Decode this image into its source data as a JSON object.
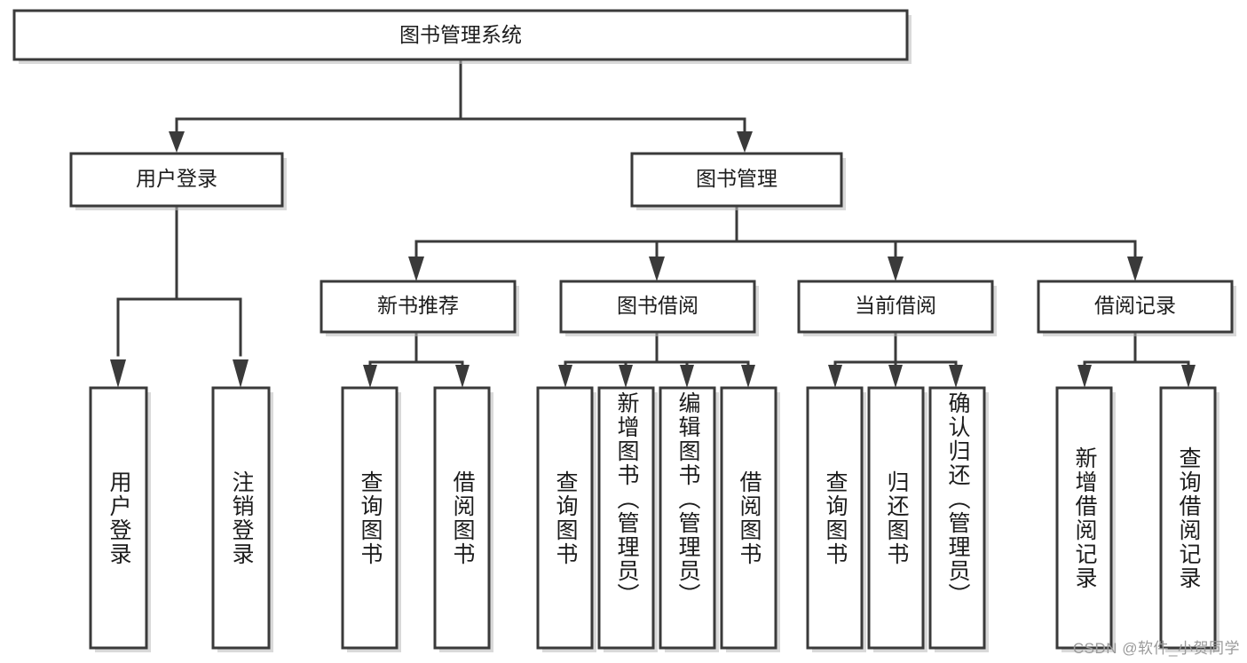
{
  "diagram": {
    "type": "hierarchy-tree",
    "title": "图书管理系统",
    "watermark": "CSDN @软件_小贺同学",
    "colors": {
      "background": "#ffffff",
      "stroke": "#3a3a3a",
      "text": "#1c1c1c",
      "shadow": "#b9b9b9",
      "watermark": "#9a9a9a"
    },
    "root": {
      "label": "图书管理系统"
    },
    "level2": [
      {
        "label": "用户登录"
      },
      {
        "label": "图书管理"
      }
    ],
    "level3": [
      {
        "label": "新书推荐"
      },
      {
        "label": "图书借阅"
      },
      {
        "label": "当前借阅"
      },
      {
        "label": "借阅记录"
      }
    ],
    "leaves": {
      "user_login": [
        {
          "label": "用户登录"
        },
        {
          "label": "注销登录"
        }
      ],
      "new_book_recommend": [
        {
          "label": "查询图书"
        },
        {
          "label": "借阅图书"
        }
      ],
      "book_borrow": [
        {
          "label": "查询图书"
        },
        {
          "label": "新增图书（管理员）"
        },
        {
          "label": "编辑图书（管理员）"
        },
        {
          "label": "借阅图书"
        }
      ],
      "current_borrow": [
        {
          "label": "查询图书"
        },
        {
          "label": "归还图书"
        },
        {
          "label": "确认归还（管理员）"
        }
      ],
      "borrow_record": [
        {
          "label": "新增借阅记录"
        },
        {
          "label": "查询借阅记录"
        }
      ]
    }
  }
}
